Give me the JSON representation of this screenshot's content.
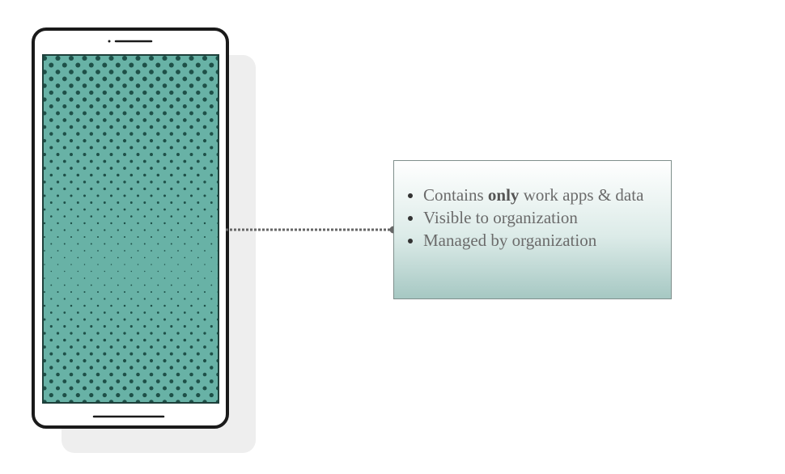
{
  "callout": {
    "items": [
      {
        "before": "Contains ",
        "emphasis": "only",
        "after": " work apps & data"
      },
      {
        "text": "Visible to organization"
      },
      {
        "text": "Managed by organization"
      }
    ]
  },
  "colors": {
    "screen_fill": "#68b2a6",
    "dot_color": "#1e5048",
    "phone_outline": "#1a1a1a",
    "shadow": "#eeeeee",
    "connector": "#666666"
  }
}
